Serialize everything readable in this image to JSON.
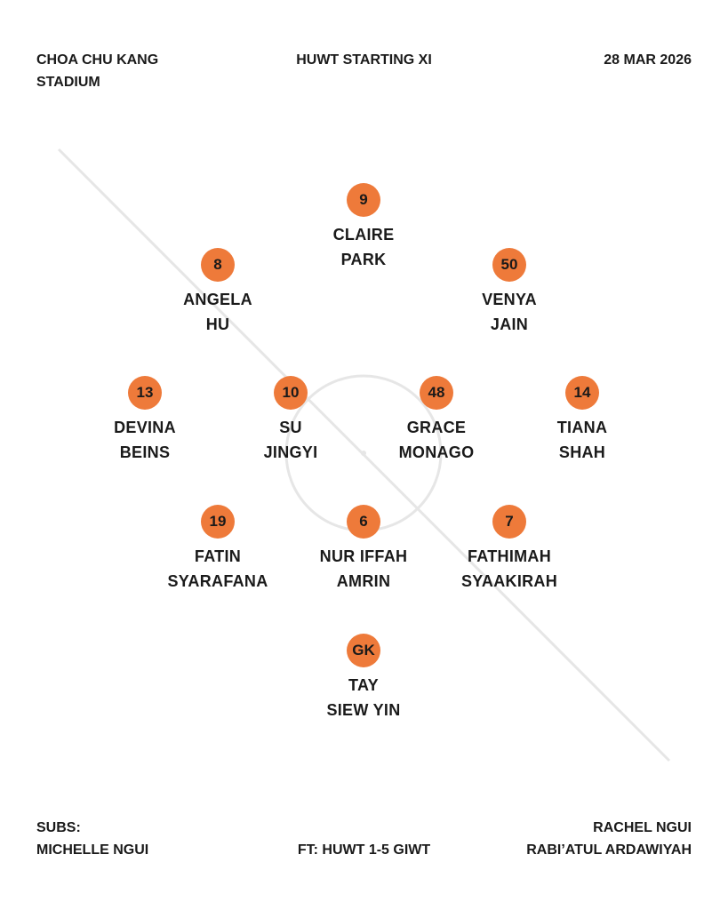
{
  "header": {
    "venue_line1": "CHOA CHU KANG",
    "venue_line2": "STADIUM",
    "title": "HUWT STARTING XI",
    "date": "28 MAR 2026"
  },
  "colors": {
    "accent": "#ee7a3a",
    "lines": "#e6e6e6"
  },
  "players": [
    {
      "number": "9",
      "first": "CLAIRE",
      "last": "PARK"
    },
    {
      "number": "8",
      "first": "ANGELA",
      "last": "HU"
    },
    {
      "number": "50",
      "first": "VENYA",
      "last": "JAIN"
    },
    {
      "number": "13",
      "first": "DEVINA",
      "last": "BEINS"
    },
    {
      "number": "10",
      "first": "SU",
      "last": "JINGYI"
    },
    {
      "number": "48",
      "first": "GRACE",
      "last": "MONAGO"
    },
    {
      "number": "14",
      "first": "TIANA",
      "last": "SHAH"
    },
    {
      "number": "19",
      "first": "FATIN",
      "last": "SYARAFANA"
    },
    {
      "number": "6",
      "first": "NUR IFFAH",
      "last": "AMRIN"
    },
    {
      "number": "7",
      "first": "FATHIMAH",
      "last": "SYAAKIRAH"
    },
    {
      "number": "GK",
      "first": "TAY",
      "last": "SIEW YIN"
    }
  ],
  "footer": {
    "subs_label": "SUBS:",
    "subs": [
      "MICHELLE NGUI",
      "RACHEL NGUI",
      "RABI’ATUL ARDAWIYAH"
    ],
    "result": "FT: HUWT 1-5 GIWT"
  }
}
